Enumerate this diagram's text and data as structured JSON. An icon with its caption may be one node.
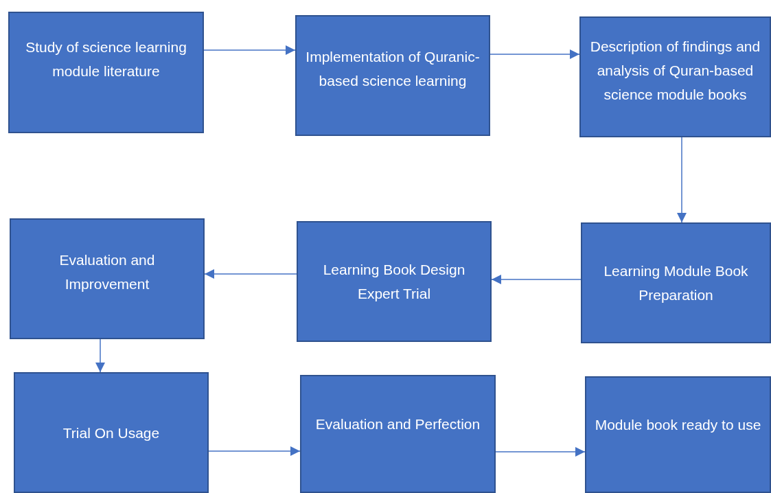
{
  "diagram": {
    "nodes": [
      {
        "text": [
          "Study of science learning module literature"
        ]
      },
      {
        "text": [
          "Implementation of Quranic-based science learning"
        ]
      },
      {
        "text": [
          "Description of findings and analysis of Quran-based science module books"
        ]
      },
      {
        "text": [
          "Learning Module Book Preparation"
        ]
      },
      {
        "text": [
          "Learning Book Design Expert Trial"
        ]
      },
      {
        "text": [
          "Evaluation and Improvement"
        ]
      },
      {
        "text": [
          "Trial On Usage"
        ]
      },
      {
        "text": [
          "Evaluation and Perfection"
        ]
      },
      {
        "text": [
          "Module book ready to use"
        ]
      }
    ],
    "edges": [
      {
        "from": 0,
        "to": 1,
        "arrow": "to"
      },
      {
        "from": 1,
        "to": 2,
        "arrow": "to"
      },
      {
        "from": 2,
        "to": 3,
        "arrow": "to"
      },
      {
        "from": 3,
        "to": 4,
        "arrow": "to"
      },
      {
        "from": 4,
        "to": 5,
        "arrow": "to"
      },
      {
        "from": 5,
        "to": 6,
        "arrow": "to"
      },
      {
        "from": 6,
        "to": 7,
        "arrow": "to"
      },
      {
        "from": 7,
        "to": 8,
        "arrow": "to"
      }
    ]
  }
}
